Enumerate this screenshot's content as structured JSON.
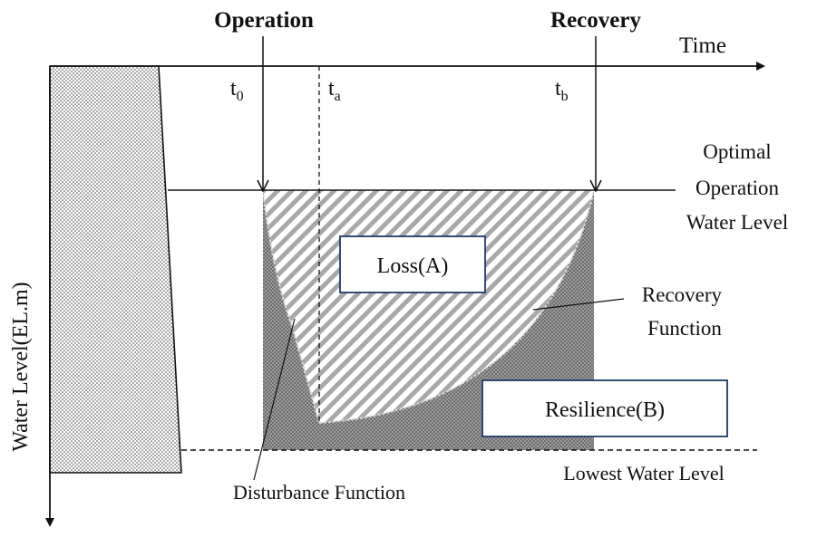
{
  "labels": {
    "operation": "Operation",
    "recovery": "Recovery",
    "time": "Time",
    "t0_main": "t",
    "t0_sub": "0",
    "ta_main": "t",
    "ta_sub": "a",
    "tb_main": "t",
    "tb_sub": "b",
    "optimal_line1": "Optimal",
    "optimal_line2": "Operation",
    "optimal_line3": "Water Level",
    "loss": "Loss(A)",
    "resilience": "Resilience(B)",
    "recovery_fn_line1": "Recovery",
    "recovery_fn_line2": "Function",
    "disturbance_fn": "Disturbance Function",
    "lowest_level": "Lowest Water Level",
    "y_axis": "Water Level(EL.m)"
  },
  "colors": {
    "ink": "#111111",
    "dark_fill": "#7c7c7c",
    "box_border": "#1f3a6b",
    "hatch": "#a8a8a8"
  }
}
